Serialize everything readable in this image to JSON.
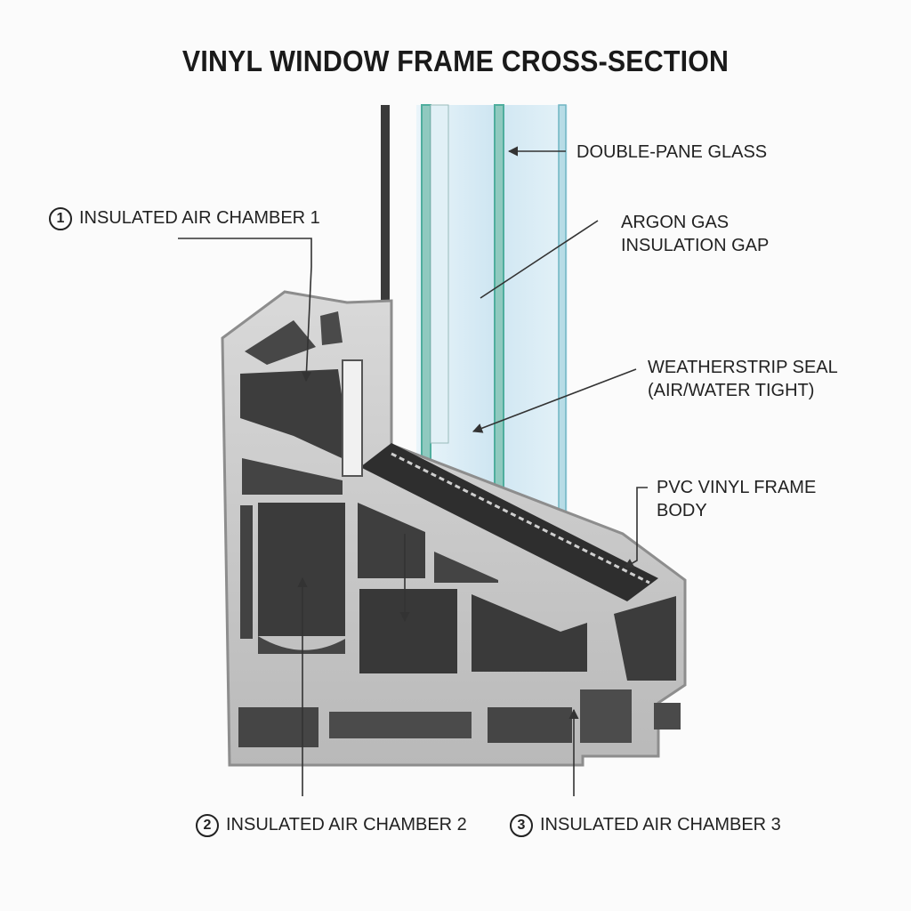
{
  "title": "VINYL WINDOW FRAME CROSS-SECTION",
  "labels": {
    "glass": "DOUBLE-PANE GLASS",
    "argon_line1": "ARGON GAS",
    "argon_line2": "INSULATION GAP",
    "seal_line1": "WEATHERSTRIP SEAL",
    "seal_line2": "(AIR/WATER TIGHT)",
    "pvc_line1": "PVC VINYL FRAME",
    "pvc_line2": "BODY",
    "chamber1_num": "1",
    "chamber1": "INSULATED AIR CHAMBER 1",
    "chamber2_num": "2",
    "chamber2": "INSULATED AIR CHAMBER 2",
    "chamber3_num": "3",
    "chamber3": "INSULATED AIR CHAMBER 3"
  },
  "colors": {
    "frame_face": "#c9c9c9",
    "frame_edge": "#8d8d8d",
    "chamber_dark": "#3b3b3b",
    "glass_tint": "#d5e9f3",
    "glass_edge": "#4fae9e",
    "seal": "#2a2a2a",
    "leader": "#333333"
  }
}
